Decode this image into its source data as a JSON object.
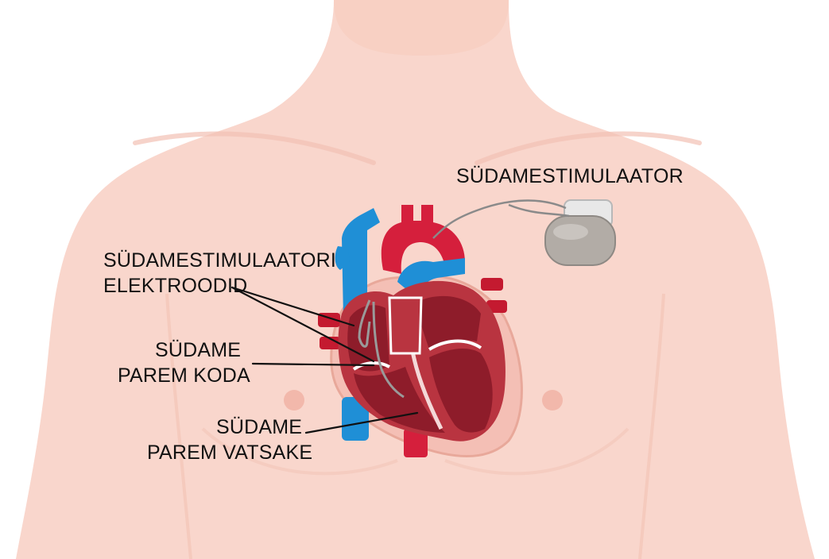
{
  "labels": {
    "pacemaker": "SÜDAMESTIMULAATOR",
    "electrodes_line1": "SÜDAMESTIMULAATORI",
    "electrodes_line2": "ELEKTROODID",
    "right_atrium_line1": "SÜDAME",
    "right_atrium_line2": "PAREM KODA",
    "right_ventricle_line1": "SÜDAME",
    "right_ventricle_line2": "PAREM VATSAKE"
  },
  "colors": {
    "background": "#ffffff",
    "skin": "#f9d6cc",
    "skin_shadow": "#f3c5b8",
    "nipple": "#f2b8ab",
    "artery_red": "#d51f3c",
    "vein_blue": "#1f8fd6",
    "heart_dark": "#8e1c2a",
    "heart_muscle": "#b93440",
    "pacemaker_metal": "#b2aca6",
    "lead_wire": "#8a8a8a",
    "text": "#111111"
  }
}
